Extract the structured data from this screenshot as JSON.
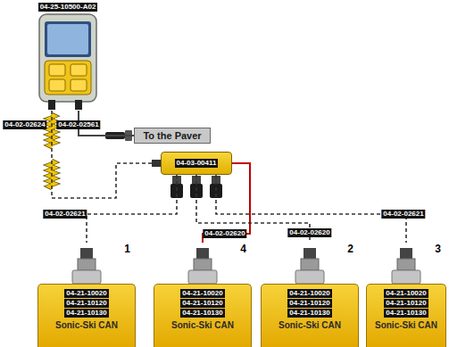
{
  "diagram": {
    "nodes": [
      {
        "text": [
          "04-25-10500-A02"
        ]
      },
      {
        "text": [
          "To the Paver"
        ]
      },
      {
        "text": [
          "04-03-00411"
        ]
      },
      {
        "text": [
          "1",
          "04-21-10020",
          "04-21-10120",
          "04-21-10130",
          "Sonic-Ski CAN"
        ]
      },
      {
        "text": [
          "4",
          "04-21-10020",
          "04-21-10120",
          "04-21-10130",
          "Sonic-Ski CAN"
        ]
      },
      {
        "text": [
          "2",
          "04-21-10020",
          "04-21-10120",
          "04-21-10130",
          "Sonic-Ski CAN"
        ]
      },
      {
        "text": [
          "3",
          "04-21-10020",
          "04-21-10120",
          "04-21-10130",
          "Sonic-Ski CAN"
        ]
      }
    ],
    "edges": [
      {
        "from": 0,
        "to": 2,
        "label": "04-02-02624",
        "arrow": "none"
      },
      {
        "from": 0,
        "to": 1,
        "label": "04-02-02561",
        "arrow": "none"
      },
      {
        "from": 2,
        "to": 3,
        "label": "04-02-02621",
        "arrow": "none"
      },
      {
        "from": 2,
        "to": 4,
        "label": "04-02-02620",
        "arrow": "none"
      },
      {
        "from": 2,
        "to": 5,
        "label": "04-02-02620",
        "arrow": "none"
      },
      {
        "from": 2,
        "to": 6,
        "label": "04-02-02621",
        "arrow": "none"
      }
    ]
  }
}
